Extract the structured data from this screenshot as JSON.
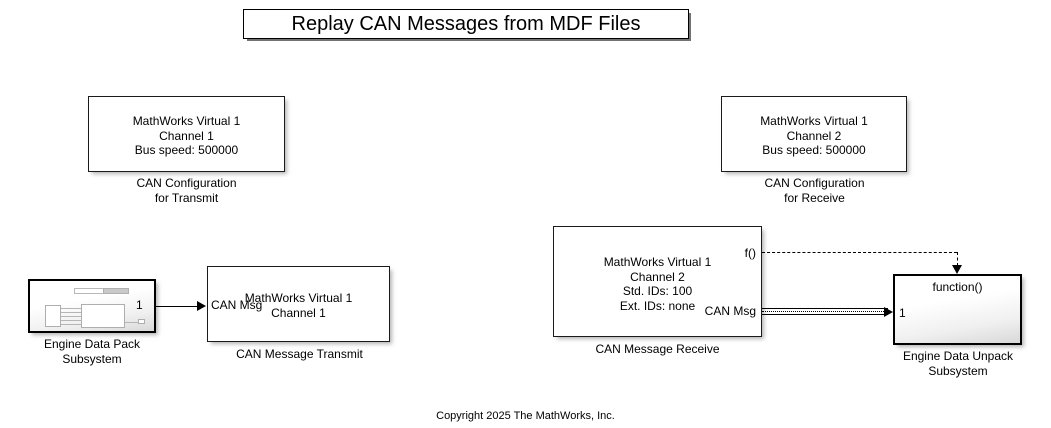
{
  "title": {
    "text": "Replay CAN Messages from MDF Files"
  },
  "blocks": {
    "can_config_transmit": {
      "body": "MathWorks Virtual 1\nChannel 1\nBus speed: 500000",
      "caption": "CAN Configuration\nfor Transmit"
    },
    "can_config_receive": {
      "body": "MathWorks Virtual 1\nChannel 2\nBus speed: 500000",
      "caption": "CAN Configuration\nfor Receive"
    },
    "engine_data_pack": {
      "caption": "Engine Data Pack\nSubsystem",
      "out_port_label": "1"
    },
    "can_message_transmit": {
      "body": "MathWorks Virtual 1\nChannel 1",
      "caption": "CAN Message Transmit",
      "in_port_label": "CAN Msg"
    },
    "can_message_receive": {
      "body": "MathWorks Virtual 1\nChannel 2\nStd. IDs: 100\nExt. IDs: none",
      "caption": "CAN Message Receive",
      "out_port_fcn_label": "f()",
      "out_port_msg_label": "CAN Msg"
    },
    "engine_data_unpack": {
      "caption": "Engine Data Unpack\nSubsystem",
      "trigger_label": "function()",
      "in_port_label": "1"
    }
  },
  "footer": {
    "copyright": "Copyright 2025 The MathWorks, Inc."
  },
  "colors": {
    "background": "#ffffff",
    "line": "#000000",
    "block_border": "#1a1a1a",
    "shadow": "#787878"
  }
}
